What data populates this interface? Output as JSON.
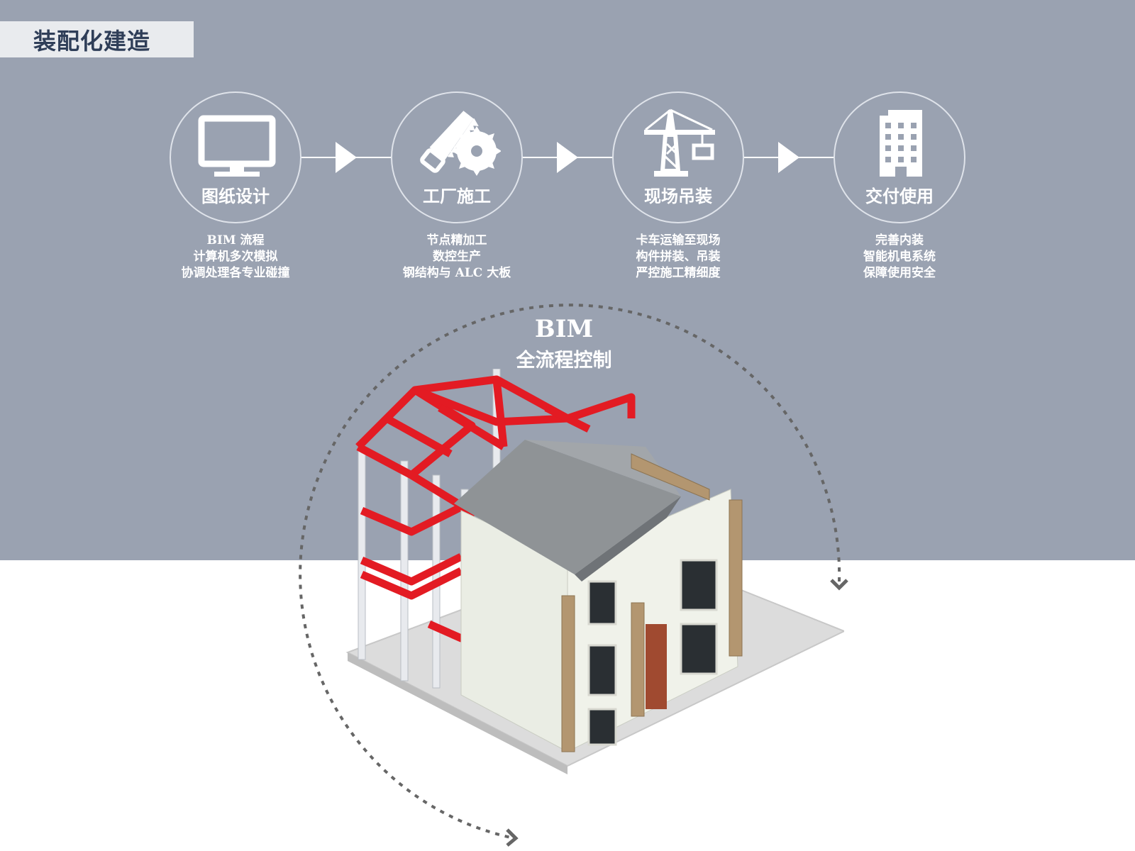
{
  "header": {
    "title": "装配化建造"
  },
  "process": {
    "steps": [
      {
        "label": "图纸设计",
        "icon": "monitor-icon",
        "desc": [
          "BIM 流程",
          "计算机多次模拟",
          "协调处理各专业碰撞"
        ]
      },
      {
        "label": "工厂施工",
        "icon": "saw-blade-icon",
        "desc": [
          "节点精加工",
          "数控生产",
          "钢结构与 ALC 大板"
        ]
      },
      {
        "label": "现场吊装",
        "icon": "tower-crane-icon",
        "desc": [
          "卡车运输至现场",
          "构件拼装、吊装",
          "严控施工精细度"
        ]
      },
      {
        "label": "交付使用",
        "icon": "office-building-icon",
        "desc": [
          "完善内装",
          "智能机电系统",
          "保障使用安全"
        ]
      }
    ]
  },
  "bim": {
    "title": "BIM",
    "subtitle": "全流程控制"
  },
  "colors": {
    "top_band": "#9aa2b1",
    "bottom": "#ffffff",
    "accent_steel": "#e31b23",
    "title_text": "#2f3e58"
  }
}
